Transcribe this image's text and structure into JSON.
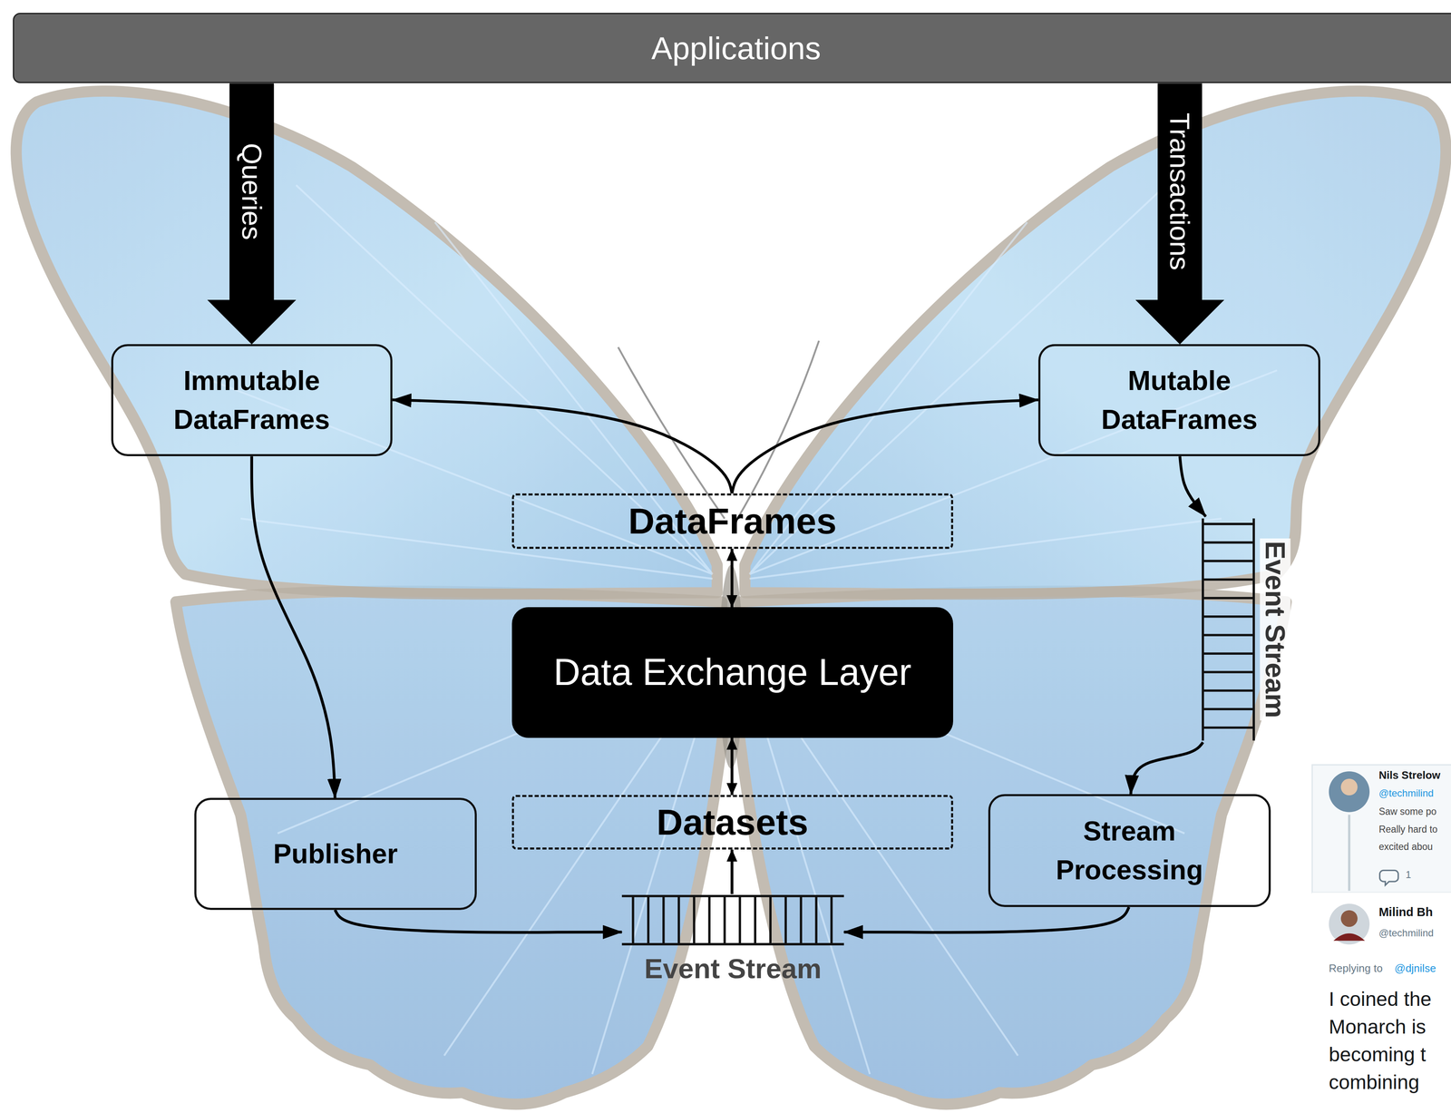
{
  "diagram": {
    "nodes": [
      {
        "text": [
          "Applications"
        ]
      },
      {
        "text": [
          "Immutable DataFrames"
        ]
      },
      {
        "text": [
          "Mutable DataFrames"
        ]
      },
      {
        "text": [
          "DataFrames"
        ]
      },
      {
        "text": [
          "Event Stream"
        ]
      },
      {
        "text": [
          "Data Exchange Layer"
        ]
      },
      {
        "text": [
          "Publisher"
        ]
      },
      {
        "text": [
          "Datasets"
        ]
      },
      {
        "text": [
          "Stream Processing"
        ]
      },
      {
        "text": [
          "Event Stream"
        ]
      }
    ],
    "edges": [
      {
        "from": 0,
        "to": 1,
        "label": "Queries",
        "arrow": "to"
      },
      {
        "from": 0,
        "to": 2,
        "label": "Transactions",
        "arrow": "to"
      },
      {
        "from": 3,
        "to": 1,
        "arrow": "to"
      },
      {
        "from": 3,
        "to": 2,
        "arrow": "to"
      },
      {
        "from": 2,
        "to": 4,
        "arrow": "to"
      },
      {
        "from": 3,
        "to": 5,
        "arrow": "both"
      },
      {
        "from": 1,
        "to": 6,
        "arrow": "to"
      },
      {
        "from": 4,
        "to": 8,
        "arrow": "to"
      },
      {
        "from": 5,
        "to": 7,
        "arrow": "both"
      },
      {
        "from": 9,
        "to": 7,
        "arrow": "to"
      },
      {
        "from": 6,
        "to": 9,
        "arrow": "to"
      },
      {
        "from": 8,
        "to": 9,
        "arrow": "to"
      }
    ],
    "labels": [
      "Nils Strelow",
      "@techmilind",
      "Saw some po",
      "Really hard to",
      "excited abou",
      "1",
      "Milind Bh",
      "@techmilind",
      "Replying to",
      "@djnilse",
      "I coined the",
      "Monarch is",
      "becoming t",
      "combining"
    ]
  }
}
